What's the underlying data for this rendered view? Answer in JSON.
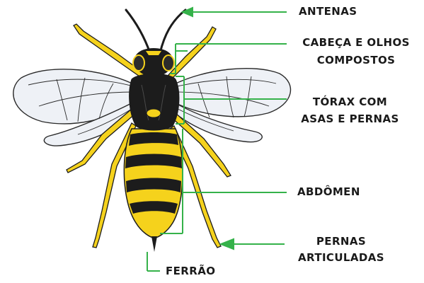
{
  "diagram": {
    "labels": {
      "antenas": "ANTENAS",
      "cabeca_line1": "CABEÇA E OLHOS",
      "cabeca_line2": "COMPOSTOS",
      "torax_line1": "TÓRAX COM",
      "torax_line2": "ASAS E PERNAS",
      "abdomen": "ABDÔMEN",
      "pernas_line1": "PERNAS",
      "pernas_line2": "ARTICULADAS",
      "ferrao": "FERRÃO"
    },
    "colors": {
      "leader_line": "#35b24a",
      "body_yellow": "#f5d21c",
      "body_black": "#1c1c1c",
      "wing_fill": "#eef1f6",
      "wing_vein": "#2a2a2a"
    }
  }
}
